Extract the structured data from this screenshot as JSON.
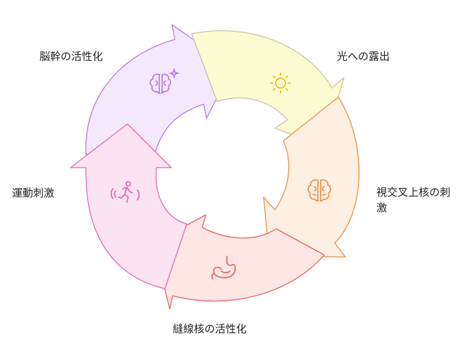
{
  "diagram": {
    "type": "cycle",
    "steps": [
      {
        "label": "光への露出",
        "icon": "sun-icon",
        "color": "#c9c5a0",
        "fill": "#fdfbd2"
      },
      {
        "label": "視交叉上核の刺激",
        "icon": "brain-icon",
        "color": "#e8914a",
        "fill": "#fdefe1"
      },
      {
        "label": "縫線核の活性化",
        "icon": "stomach-icon",
        "color": "#e5625e",
        "fill": "#fde6e3"
      },
      {
        "label": "運動刺激",
        "icon": "running-person-icon",
        "color": "#de6bb3",
        "fill": "#fbe3f1"
      },
      {
        "label": "脳幹の活性化",
        "icon": "brain-sparkle-icon",
        "color": "#b97ae2",
        "fill": "#f4e8fd"
      }
    ]
  }
}
